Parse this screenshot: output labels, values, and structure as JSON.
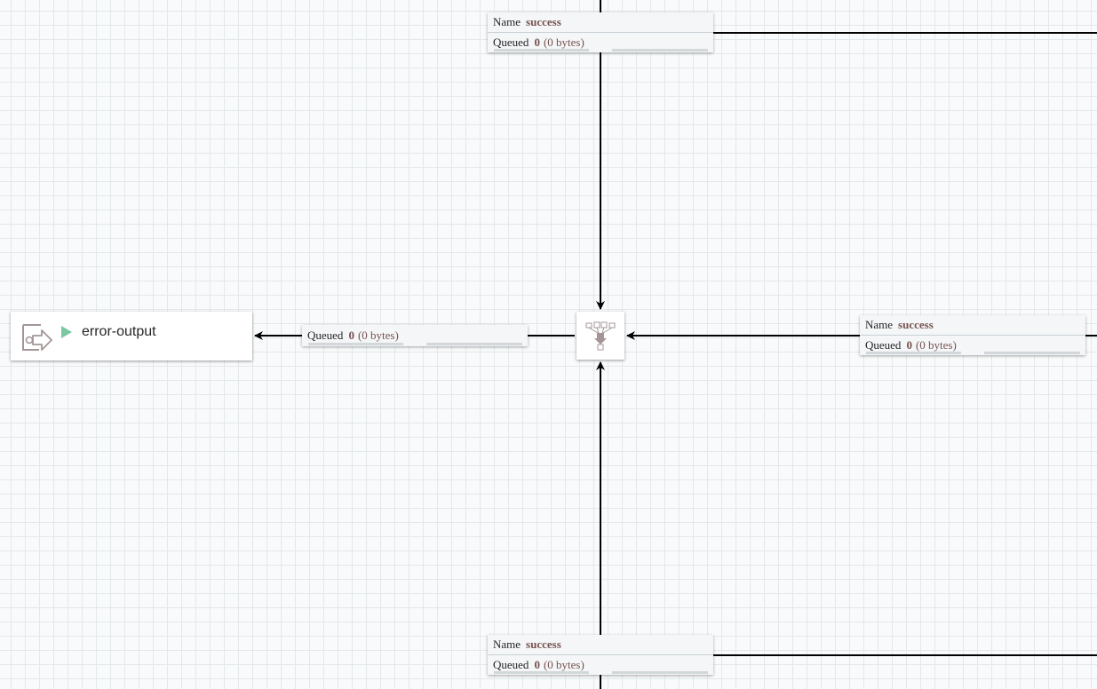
{
  "output_port": {
    "name": "error-output",
    "icon": "output-port-icon",
    "status_icon": "running-icon",
    "status_color": "#7dc7a0"
  },
  "funnel": {
    "icon": "funnel-icon"
  },
  "connections": {
    "top": {
      "name_key": "Name",
      "name": "success",
      "queued_key": "Queued",
      "queued_count": "0",
      "queued_size": "(0 bytes)"
    },
    "right": {
      "name_key": "Name",
      "name": "success",
      "queued_key": "Queued",
      "queued_count": "0",
      "queued_size": "(0 bytes)"
    },
    "bottom": {
      "name_key": "Name",
      "name": "success",
      "queued_key": "Queued",
      "queued_count": "0",
      "queued_size": "(0 bytes)"
    },
    "left": {
      "queued_key": "Queued",
      "queued_count": "0",
      "queued_size": "(0 bytes)"
    }
  },
  "colors": {
    "label_value": "#775351",
    "link": "#000000",
    "grid": "#e3e8eb",
    "background": "#f9fafb"
  }
}
